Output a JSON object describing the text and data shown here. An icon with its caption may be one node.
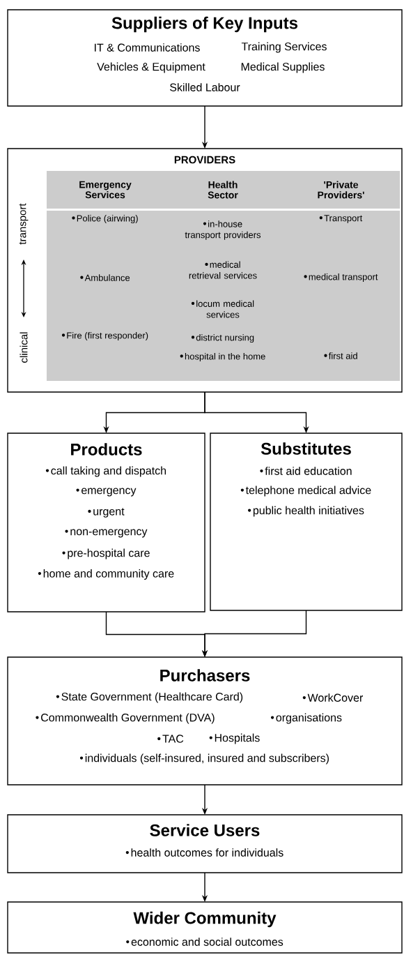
{
  "diagram": {
    "nodes": [
      {
        "text": [
          "Suppliers of Key Inputs",
          "IT & Communications",
          "Training Services",
          "Vehicles & Equipment",
          "Medical Supplies",
          "Skilled Labour"
        ]
      },
      {
        "text": [
          "PROVIDERS"
        ]
      },
      {
        "text": [
          "Emergency Services",
          "Police (airwing)",
          "Ambulance",
          "Fire (first responder)"
        ],
        "in": 1
      },
      {
        "text": [
          "Health Sector",
          "in-house transport providers",
          "medical retrieval services",
          "locum medical services",
          "district nursing",
          "hospital in the home"
        ],
        "in": 1
      },
      {
        "text": [
          "'Private Providers'",
          "Transport",
          "medical transport",
          "first aid"
        ],
        "in": 1
      },
      {
        "text": [
          "Products",
          "call taking and dispatch",
          "emergency",
          "urgent",
          "non-emergency",
          "pre-hospital care",
          "home and community care"
        ]
      },
      {
        "text": [
          "Substitutes",
          "first aid education",
          "telephone medical advice",
          "public health initiatives"
        ]
      },
      {
        "text": [
          "Purchasers",
          "State Government (Healthcare Card)",
          "WorkCover",
          "Commonwealth Government (DVA)",
          "organisations",
          "TAC",
          "Hospitals",
          "individuals (self-insured, insured and subscribers)"
        ]
      },
      {
        "text": [
          "Service Users",
          "health outcomes for individuals"
        ]
      },
      {
        "text": [
          "Wider Community",
          "economic and social outcomes"
        ]
      }
    ],
    "edges": [
      {
        "from": 0,
        "to": 1,
        "arrow": "to"
      },
      {
        "from": 1,
        "to": 5,
        "arrow": "to"
      },
      {
        "from": 1,
        "to": 6,
        "arrow": "to"
      },
      {
        "from": 5,
        "to": 7,
        "arrow": "to"
      },
      {
        "from": 6,
        "to": 7,
        "arrow": "to"
      },
      {
        "from": 7,
        "to": 8,
        "arrow": "to"
      },
      {
        "from": 8,
        "to": 9,
        "arrow": "to"
      }
    ],
    "labels": [
      "transport",
      "clinical"
    ]
  }
}
